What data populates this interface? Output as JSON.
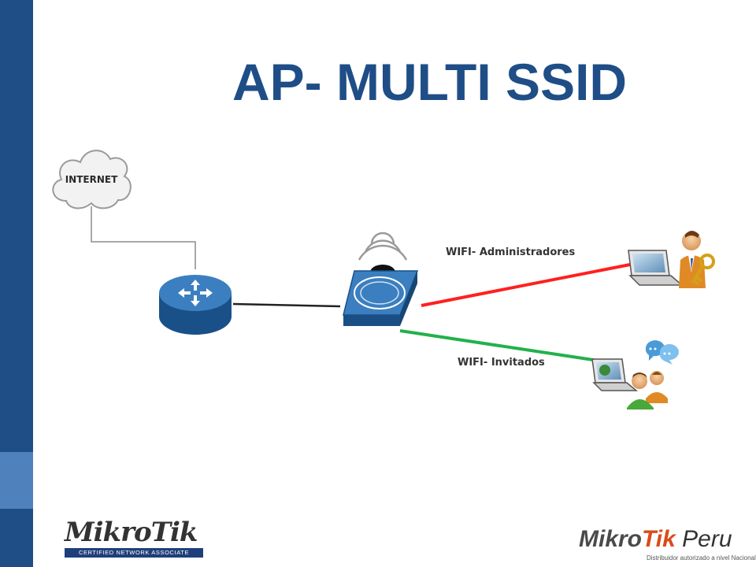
{
  "slide": {
    "title": "AP- MULTI SSID"
  },
  "diagram": {
    "cloud_label": "INTERNET",
    "link_admin_label": "WIFI- Administradores",
    "link_guest_label": "WIFI- Invitados",
    "link_admin_color": "#ff2020",
    "link_guest_color": "#22b14c"
  },
  "logos": {
    "left": {
      "wordmark": "MikroTik",
      "tagline": "CERTIFIED NETWORK ASSOCIATE"
    },
    "right": {
      "wordmark_a": "Mikro",
      "wordmark_b": "Tik",
      "wordmark_c": " Peru",
      "tagline": "Distribuidor autorizado a nivel Nacional"
    }
  },
  "colors": {
    "sidebar_dark": "#1f4e87",
    "sidebar_light": "#4f81bd",
    "title": "#1f4e87",
    "device_blue": "#1f5d9a"
  },
  "icons": [
    "cloud-icon",
    "router-icon",
    "access-point-icon",
    "laptop-icon",
    "admin-user-icon",
    "key-icon",
    "users-group-icon",
    "chat-bubbles-icon"
  ]
}
